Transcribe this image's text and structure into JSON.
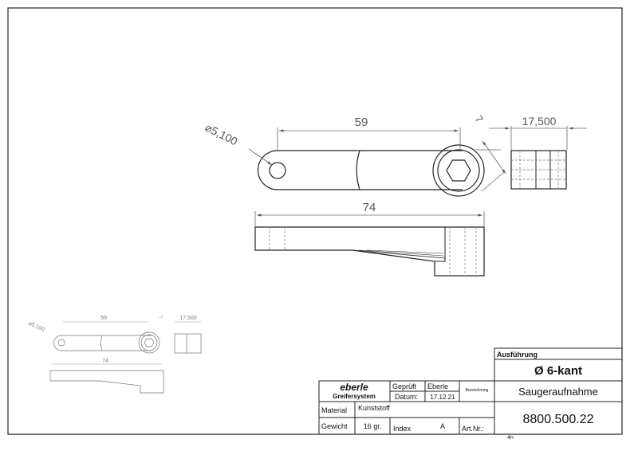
{
  "drawing": {
    "dimensions": {
      "hole_diameter": "⌀5,100",
      "center_distance": "59",
      "hex_offset": "7",
      "hex_width": "17,500",
      "overall_length": "74"
    },
    "thumbnail_dimensions": {
      "hole_diameter": "⌀5,100",
      "center_distance": "59",
      "hex_offset": "7",
      "hex_width": "17,500",
      "overall_length": "74"
    }
  },
  "title_block": {
    "logo_text": "eberle",
    "company": "Greifersystem",
    "checked_label": "Geprüft",
    "checked_value": "Eberle",
    "date_label": "Datum:",
    "date_value": "17.12.21",
    "designation_label": "Bezeichnung",
    "material_label": "Material",
    "material_value": "Kunststoff",
    "weight_label": "Gewicht",
    "weight_value": "16  gr.",
    "index_label": "Index",
    "index_value": "A",
    "art_label": "Art.Nr.:",
    "art_suffix": "4n",
    "execution_label": "Ausführung",
    "execution_value": "Ø 6-kant",
    "description": "Saugeraufnahme",
    "part_number": "8800.500.22"
  },
  "colors": {
    "line": "#222222",
    "dim": "#666666",
    "hidden": "#777777"
  }
}
